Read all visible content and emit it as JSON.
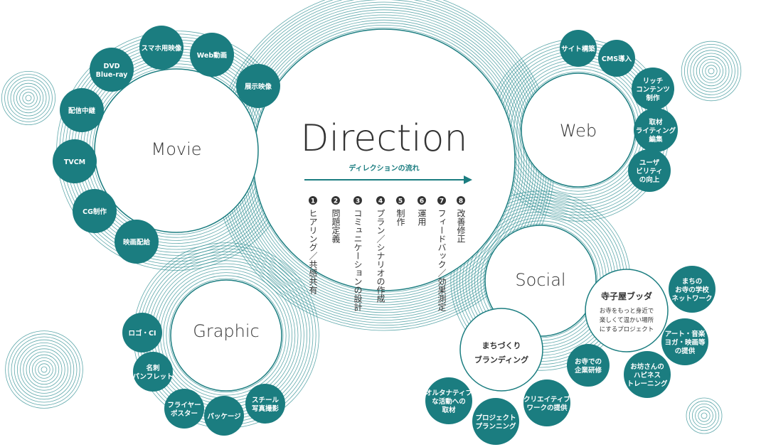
{
  "colors": {
    "teal": "#1b7d80",
    "ring": "#2a8b8f",
    "text": "#333333"
  },
  "direction": {
    "title": "Direction",
    "flow_label": "ディレクションの流れ",
    "steps": [
      {
        "num": "1",
        "text": "ヒアリング／共感共有"
      },
      {
        "num": "2",
        "text": "問題定義"
      },
      {
        "num": "3",
        "text": "コミュニケーションの設計"
      },
      {
        "num": "4",
        "text": "プラン／シナリオの作成"
      },
      {
        "num": "5",
        "text": "制作"
      },
      {
        "num": "6",
        "text": "運用"
      },
      {
        "num": "7",
        "text": "フィードバック／効果測定"
      },
      {
        "num": "8",
        "text": "改善修正"
      }
    ]
  },
  "movie": {
    "title": "Movie",
    "items": [
      {
        "lines": [
          "DVD",
          "Blue-ray"
        ]
      },
      {
        "lines": [
          "スマホ用映像"
        ]
      },
      {
        "lines": [
          "Web動画"
        ]
      },
      {
        "lines": [
          "展示映像"
        ]
      },
      {
        "lines": [
          "配信中継"
        ]
      },
      {
        "lines": [
          "TVCM"
        ]
      },
      {
        "lines": [
          "CG制作"
        ]
      },
      {
        "lines": [
          "映画配給"
        ]
      }
    ]
  },
  "web": {
    "title": "Web",
    "items": [
      {
        "lines": [
          "サイト構築"
        ]
      },
      {
        "lines": [
          "CMS導入"
        ]
      },
      {
        "lines": [
          "リッチ",
          "コンテンツ",
          "制作"
        ]
      },
      {
        "lines": [
          "取材",
          "ライティング",
          "編集"
        ]
      },
      {
        "lines": [
          "ユーザ",
          "ビリティ",
          "の向上"
        ]
      }
    ]
  },
  "graphic": {
    "title": "Graphic",
    "items": [
      {
        "lines": [
          "ロゴ・CI"
        ]
      },
      {
        "lines": [
          "名刺",
          "パンフレット"
        ]
      },
      {
        "lines": [
          "フライヤー",
          "ポスター"
        ]
      },
      {
        "lines": [
          "パッケージ"
        ]
      },
      {
        "lines": [
          "スチール",
          "写真撮影"
        ]
      }
    ]
  },
  "social": {
    "title": "Social",
    "terakoya": {
      "title": "寺子屋ブッダ",
      "lines": [
        "お寺をもっと身近で",
        "楽しくて温かい場所",
        "にするプロジェクト"
      ]
    },
    "machi": {
      "lines": [
        "まちづくり",
        "ブランディング"
      ]
    },
    "items": [
      {
        "lines": [
          "まちの",
          "お寺の学校",
          "ネットワーク"
        ]
      },
      {
        "lines": [
          "アート・音楽",
          "ヨガ・映画等",
          "の提供"
        ]
      },
      {
        "lines": [
          "お坊さんの",
          "ハピネス",
          "トレーニング"
        ]
      },
      {
        "lines": [
          "お寺での",
          "企業研修"
        ]
      },
      {
        "lines": [
          "クリエイティブ",
          "ワークの提供"
        ]
      },
      {
        "lines": [
          "プロジェクト",
          "プランニング"
        ]
      },
      {
        "lines": [
          "オルタナティブ",
          "な活動への",
          "取材"
        ]
      }
    ]
  }
}
